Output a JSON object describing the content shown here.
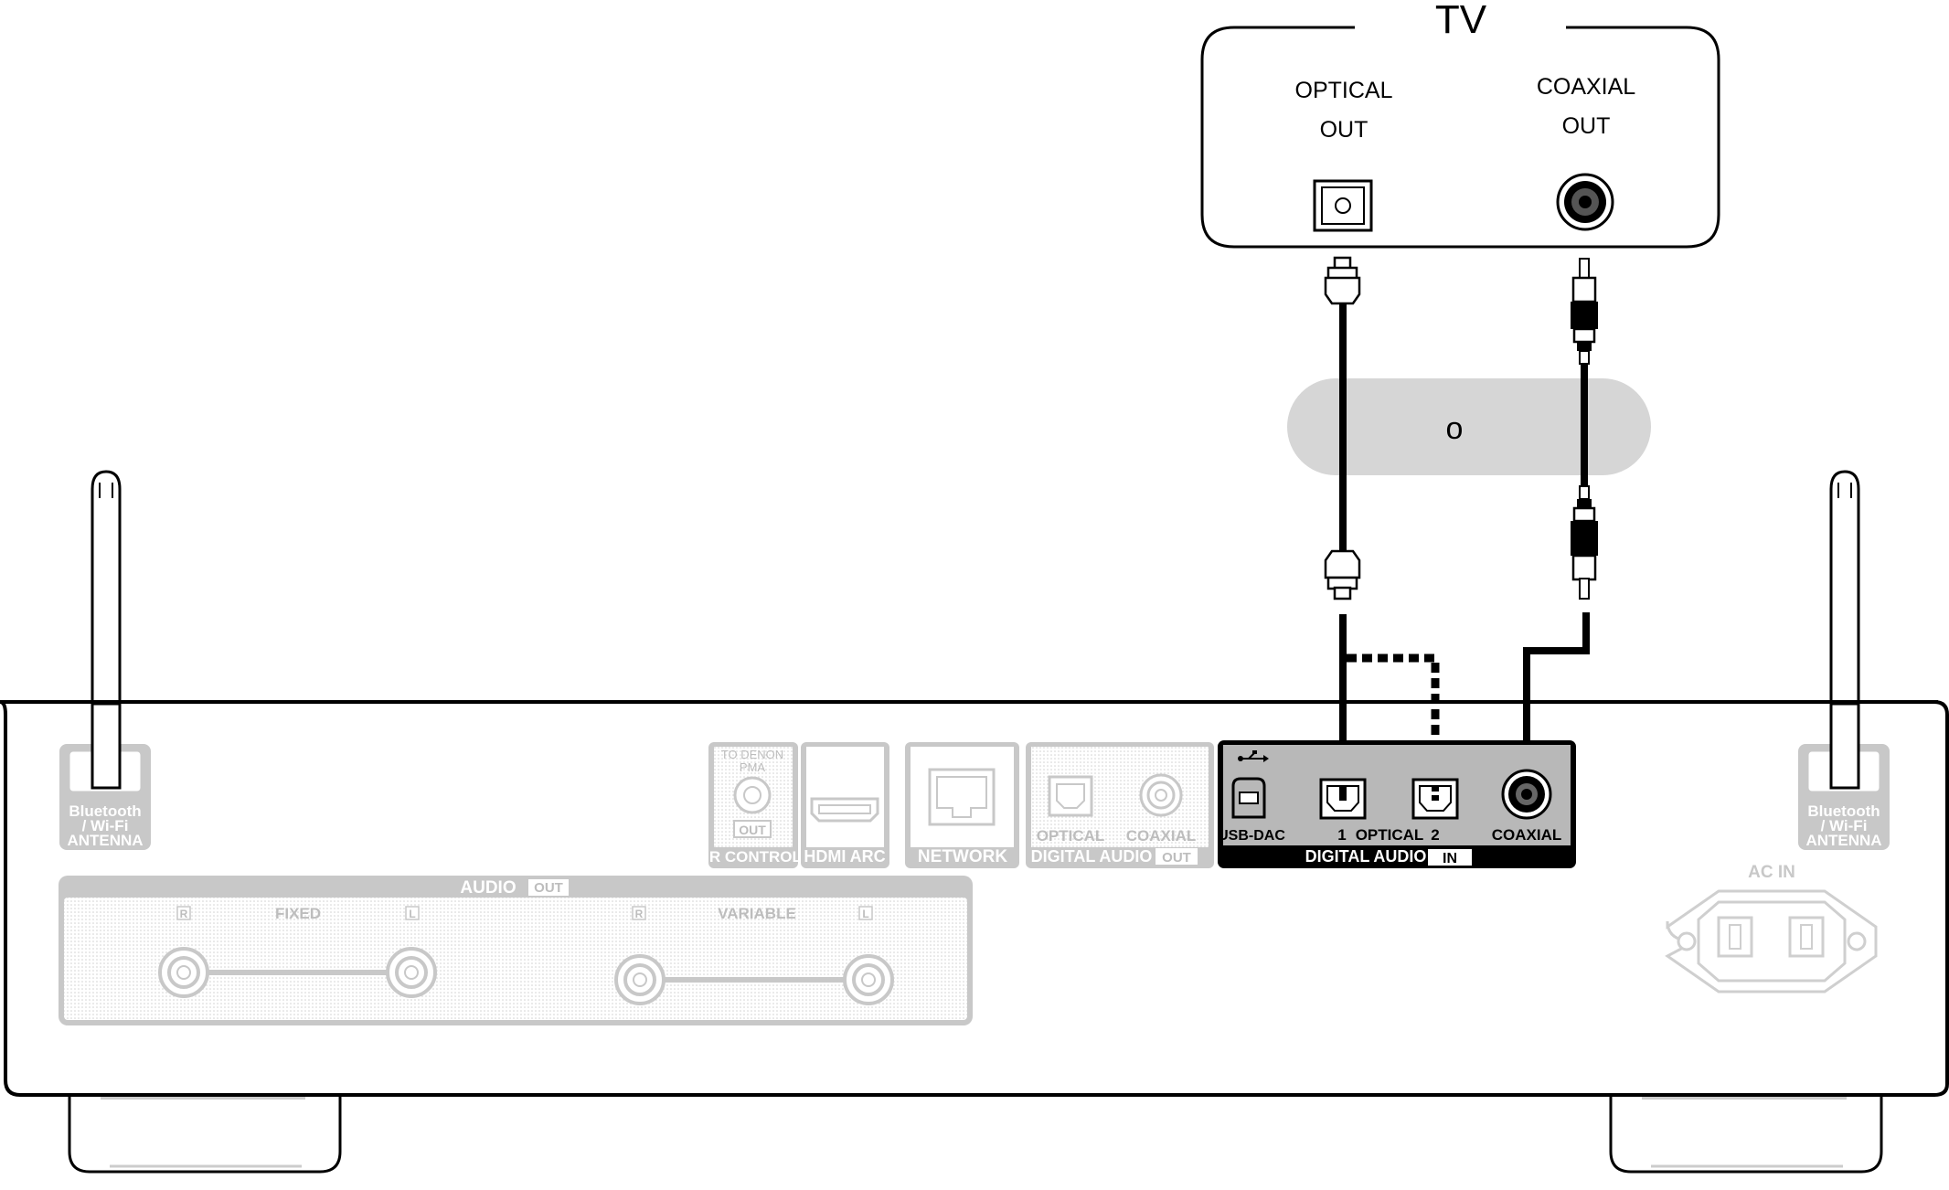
{
  "tv": {
    "title": "TV",
    "optical_line1": "OPTICAL",
    "optical_line2": "OUT",
    "coaxial_line1": "COAXIAL",
    "coaxial_line2": "OUT"
  },
  "or_badge": "o",
  "antenna": {
    "line1": "Bluetooth",
    "line2": "/ Wi-Fi",
    "line3": "ANTENNA"
  },
  "ir_control": {
    "to_denon_1": "TO DENON",
    "to_denon_2": "PMA",
    "out": "OUT",
    "label": "IR CONTROL"
  },
  "hdmi_arc": "HDMI ARC",
  "network": "NETWORK",
  "digital_audio_out": {
    "optical": "OPTICAL",
    "coaxial": "COAXIAL",
    "label": "DIGITAL AUDIO",
    "tag": "OUT"
  },
  "digital_audio_in": {
    "usb_dac": "USB-DAC",
    "optical_1": "1",
    "optical": "OPTICAL",
    "optical_2": "2",
    "coaxial": "COAXIAL",
    "label": "DIGITAL AUDIO",
    "tag": "IN"
  },
  "audio_out": {
    "label": "AUDIO",
    "tag": "OUT",
    "fixed": "FIXED",
    "variable": "VARIABLE",
    "r": "R",
    "l": "L"
  },
  "ac_in": "AC IN",
  "colors": {
    "line": "#000000",
    "panel_grey": "#c8c8c8",
    "badge_grey": "#d6d6d6"
  }
}
